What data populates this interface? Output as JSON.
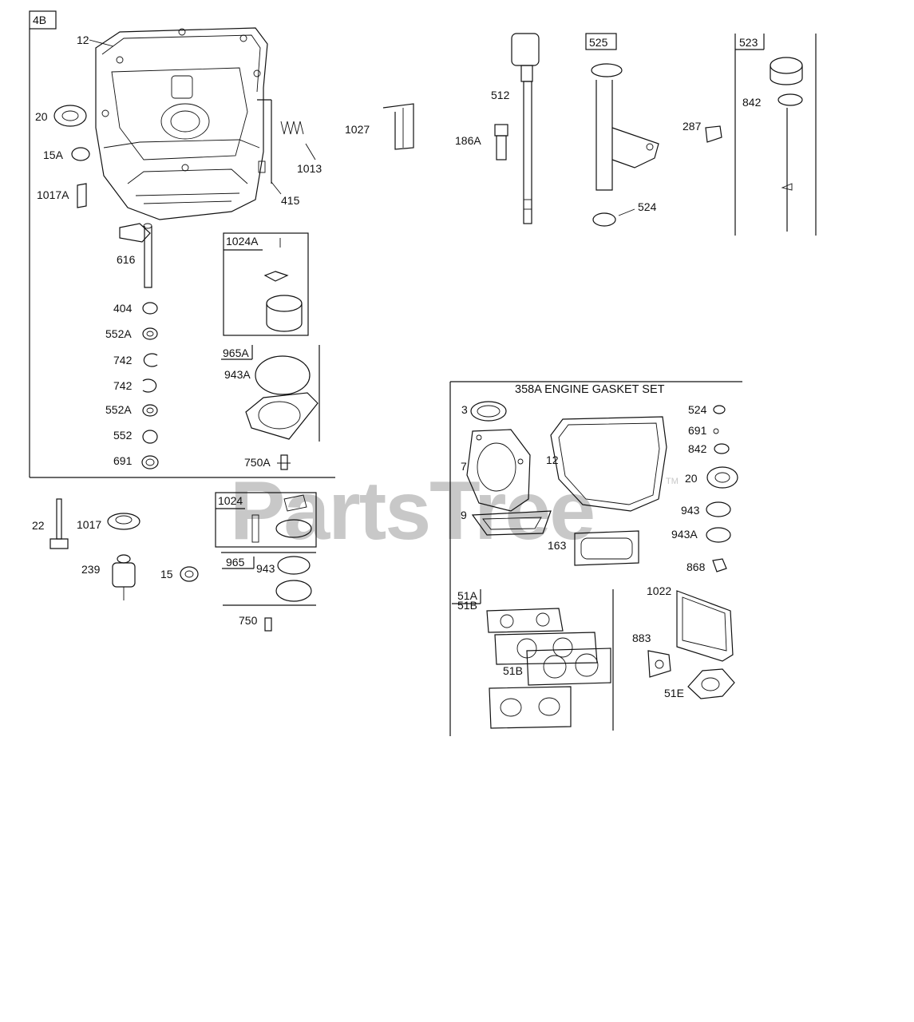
{
  "diagram": {
    "panel_label": "4B",
    "watermark": {
      "text": "PartsTree",
      "trademark": "TM",
      "color": "#c8c8c8"
    },
    "line_color": "#111111",
    "background": "#ffffff",
    "gasket_set": {
      "title": "358A ENGINE GASKET SET"
    },
    "callouts": [
      {
        "text": "4B"
      },
      {
        "text": "12"
      },
      {
        "text": "20"
      },
      {
        "text": "15A"
      },
      {
        "text": "1017A"
      },
      {
        "text": "1013"
      },
      {
        "text": "415"
      },
      {
        "text": "1027"
      },
      {
        "text": "616"
      },
      {
        "text": "1024A"
      },
      {
        "text": "404"
      },
      {
        "text": "552A"
      },
      {
        "text": "742"
      },
      {
        "text": "742"
      },
      {
        "text": "552A"
      },
      {
        "text": "552"
      },
      {
        "text": "691"
      },
      {
        "text": "965A"
      },
      {
        "text": "943A"
      },
      {
        "text": "750A"
      },
      {
        "text": "512"
      },
      {
        "text": "186A"
      },
      {
        "text": "525"
      },
      {
        "text": "524"
      },
      {
        "text": "287"
      },
      {
        "text": "523"
      },
      {
        "text": "842"
      },
      {
        "text": "22"
      },
      {
        "text": "1017"
      },
      {
        "text": "239"
      },
      {
        "text": "15"
      },
      {
        "text": "1024"
      },
      {
        "text": "965"
      },
      {
        "text": "943"
      },
      {
        "text": "750"
      },
      {
        "text": "3"
      },
      {
        "text": "7"
      },
      {
        "text": "12"
      },
      {
        "text": "9"
      },
      {
        "text": "163"
      },
      {
        "text": "524"
      },
      {
        "text": "691"
      },
      {
        "text": "842"
      },
      {
        "text": "20"
      },
      {
        "text": "943"
      },
      {
        "text": "943A"
      },
      {
        "text": "868"
      },
      {
        "text": "51A"
      },
      {
        "text": "51B"
      },
      {
        "text": "51B"
      },
      {
        "text": "1022"
      },
      {
        "text": "883"
      },
      {
        "text": "51E"
      }
    ]
  }
}
